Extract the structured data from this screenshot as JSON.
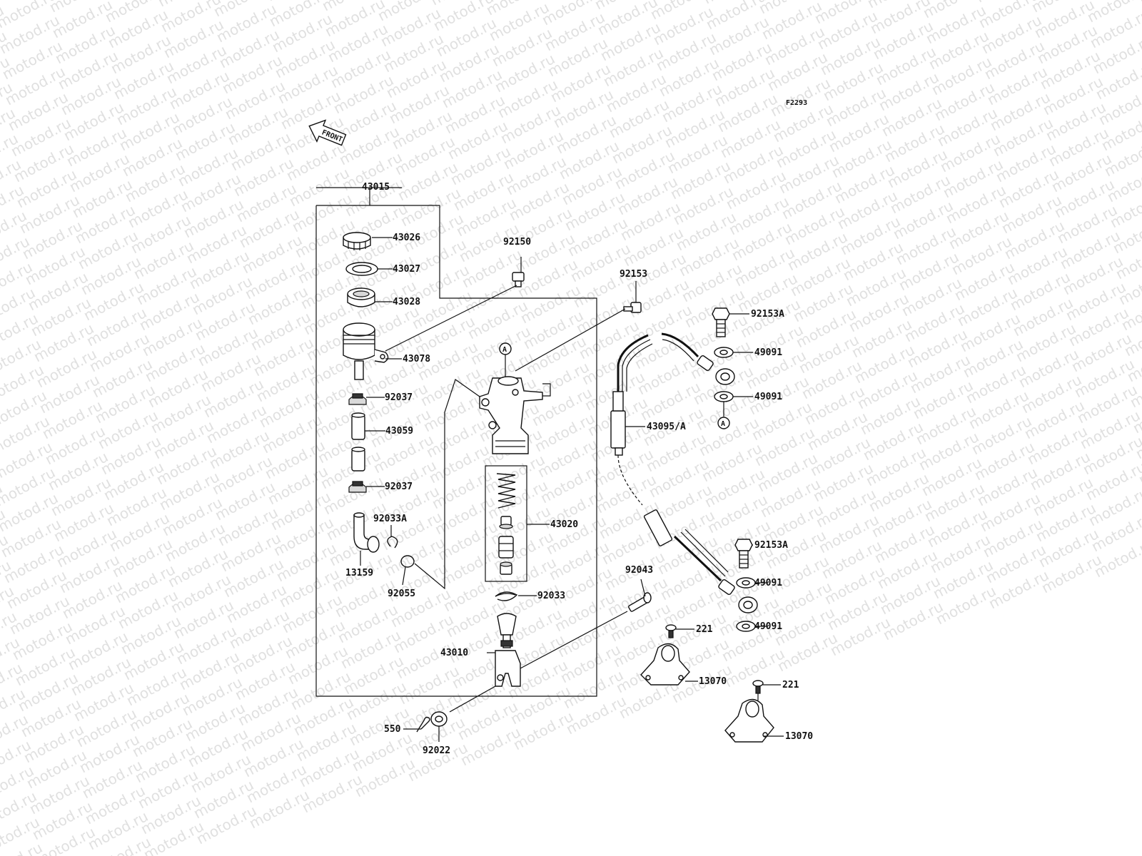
{
  "diagram": {
    "code": "F2293",
    "direction_label": "FRONT",
    "watermark": "motod.ru",
    "ref_marker": "A",
    "parts": {
      "p43015": "43015",
      "p43026": "43026",
      "p43027": "43027",
      "p43028": "43028",
      "p43078": "43078",
      "p92037a": "92037",
      "p43059": "43059",
      "p92037b": "92037",
      "p92033A": "92033A",
      "p13159": "13159",
      "p92055": "92055",
      "p92150": "92150",
      "p92153": "92153",
      "p43020": "43020",
      "p92033": "92033",
      "p43010": "43010",
      "p92043": "92043",
      "p550": "550",
      "p92022": "92022",
      "p92153Aa": "92153A",
      "p49091a": "49091",
      "p49091b": "49091",
      "p43095A": "43095/A",
      "p92153Ab": "92153A",
      "p49091c": "49091",
      "p49091d": "49091",
      "p221a": "221",
      "p13070a": "13070",
      "p221b": "221",
      "p13070b": "13070"
    }
  }
}
